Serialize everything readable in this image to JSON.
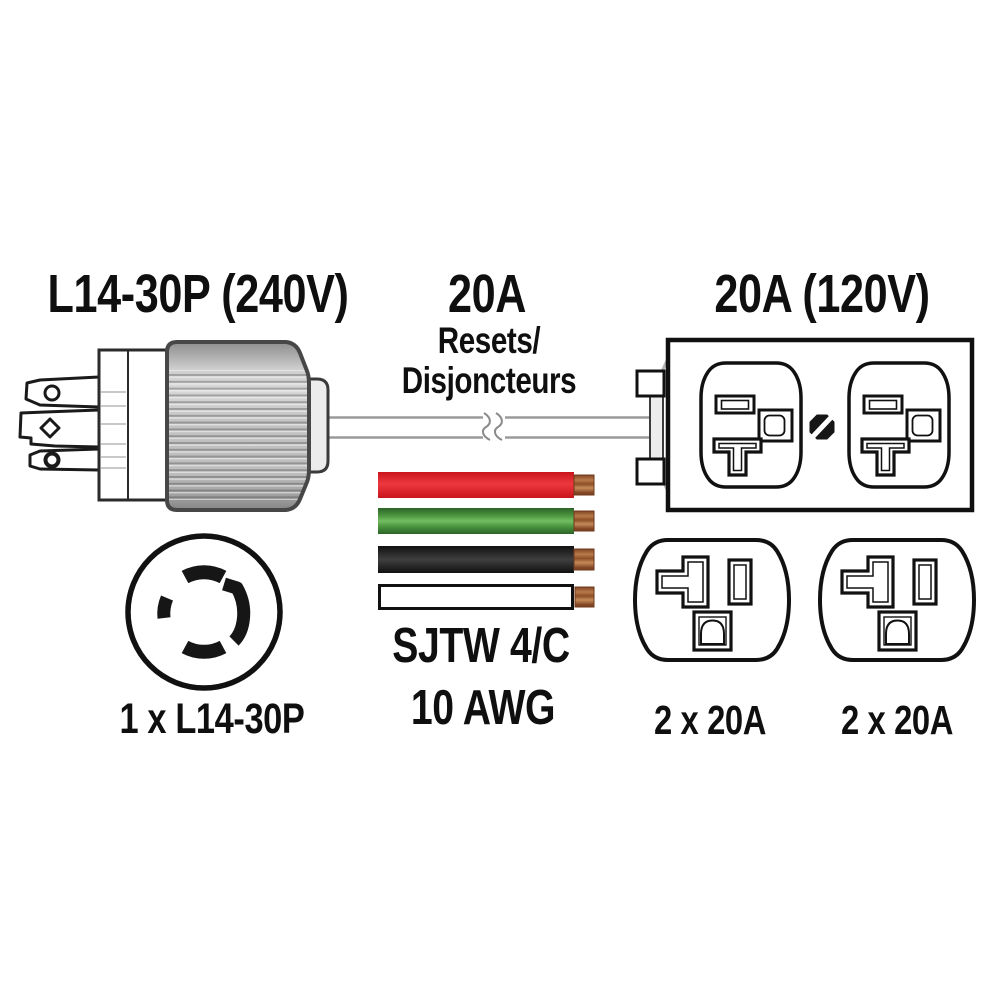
{
  "labels": {
    "plug": {
      "title": "L14-30P (240V)",
      "count": "1 x L14-30P"
    },
    "breaker": {
      "amps": "20A",
      "line1": "Resets/",
      "line2": "Disjoncteurs"
    },
    "outlet": {
      "title": "20A (120V)",
      "left_count": "2 x 20A",
      "right_count": "2 x 20A"
    },
    "cable": {
      "type": "SJTW 4/C",
      "gauge": "10 AWG"
    }
  },
  "wires": [
    {
      "name": "red-conductor",
      "color": "#e8262d"
    },
    {
      "name": "green-conductor",
      "color": "#55a146"
    },
    {
      "name": "black-conductor",
      "color": "#262626"
    },
    {
      "name": "white-conductor",
      "color": "#ffffff"
    }
  ],
  "colors": {
    "outline": "#111111",
    "plug_body_gray": "#bdbdbd",
    "cable_gray": "#9a9a9a",
    "copper": "#a9653a",
    "background": "#ffffff",
    "text": "#0f0f0f"
  }
}
